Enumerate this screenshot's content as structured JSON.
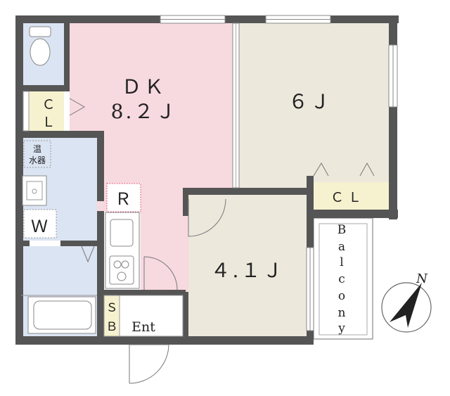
{
  "rooms": {
    "dk": {
      "name": "ＤＫ",
      "size": "8.２Ｊ",
      "color": "#f7d9e0"
    },
    "room6": {
      "name": "６Ｊ",
      "color": "#ece8dc"
    },
    "room4": {
      "name": "４.１Ｊ",
      "color": "#ece8dc"
    },
    "closet_left": {
      "line1": "Ｃ",
      "line2": "Ｌ",
      "color": "#f6f2cf"
    },
    "closet_right": {
      "name": "ＣＬ",
      "color": "#f6f2cf"
    },
    "refrigerator": {
      "name": "Ｒ"
    },
    "washer": {
      "name": "Ｗ"
    },
    "water_heater": {
      "line1": "温",
      "line2": "水器"
    },
    "shoe_box": {
      "line1": "Ｓ",
      "line2": "Ｂ"
    },
    "entrance": {
      "name": "Ent"
    },
    "balcony": {
      "letters": [
        "B",
        "a",
        "l",
        "c",
        "o",
        "n",
        "y"
      ]
    },
    "wet_area_color": "#dbe4f2"
  },
  "compass": {
    "label": "N"
  },
  "colors": {
    "wall": "#555555",
    "line": "#888888"
  }
}
